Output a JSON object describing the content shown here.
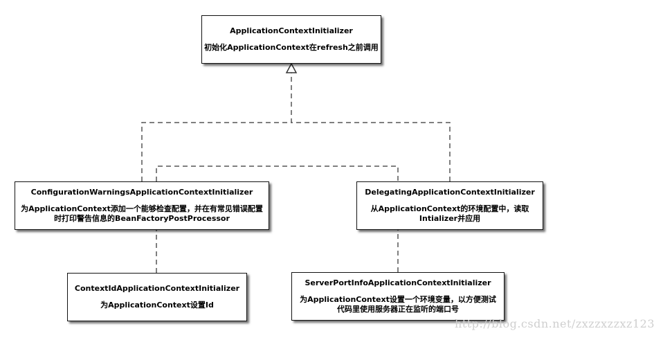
{
  "nodes": {
    "root": {
      "title": "ApplicationContextInitializer",
      "desc": "初始化ApplicationContext在refresh之前调用"
    },
    "config": {
      "title": "ConfigurationWarningsApplicationContextInitializer",
      "desc": "为ApplicationContext添加一个能够检查配置，并在有常见错误配置时打印警告信息的BeanFactoryPostProcessor"
    },
    "deleg": {
      "title": "DelegatingApplicationContextInitializer",
      "desc": "从ApplicationContext的环境配置中，读取Intializer并应用"
    },
    "ctxid": {
      "title": "ContextIdApplicationContextInitializer",
      "desc": "为ApplicationContext设置Id"
    },
    "server": {
      "title": "ServerPortInfoApplicationContextInitializer",
      "desc": "为ApplicationContext设置一个环境变量，以方便测试代码里使用服务器正在监听的端口号"
    }
  },
  "edges": [
    {
      "from": "config",
      "to": "root",
      "type": "realization"
    },
    {
      "from": "deleg",
      "to": "root",
      "type": "realization"
    },
    {
      "from": "ctxid",
      "to": "root",
      "type": "realization"
    },
    {
      "from": "server",
      "to": "root",
      "type": "realization"
    }
  ],
  "watermark": "http://blog.csdn.net/zxzzxzzxz123",
  "colors": {
    "line": "#555555",
    "border": "#111111",
    "watermark": "#cfcfcf"
  }
}
